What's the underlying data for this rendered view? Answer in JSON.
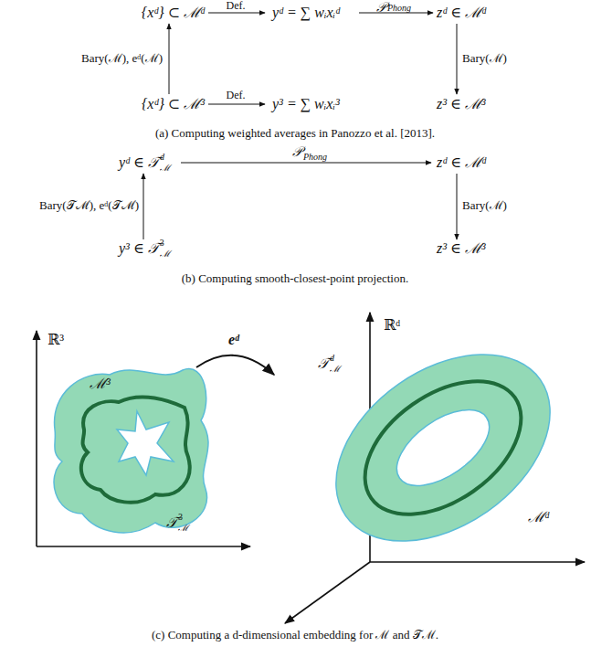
{
  "diagram": {
    "labels": [
      "{xᵈ} ⊂ ℳᵈ",
      "Def.",
      "yᵈ = ∑ wᵢxᵢᵈ",
      "𝒫",
      "Phong",
      "zᵈ ∈ ℳᵈ",
      "Bary(ℳ), eᵈ(ℳ)",
      "Bary(ℳ)",
      "{xᵈ} ⊂ ℳ³",
      "Def.",
      "y³ = ∑ wᵢxᵢ³",
      "z³ ∈ ℳ³",
      "(a) Computing weighted averages in Panozzo et al. [2013].",
      "yᵈ ∈ 𝒯",
      "d",
      "ℳ",
      "𝒫",
      "Phong",
      "zᵈ ∈ ℳᵈ",
      "Bary(𝒯ℳ), eᵈ(𝒯ℳ)",
      "Bary(ℳ)",
      "y³ ∈ 𝒯",
      "3",
      "ℳ",
      "z³ ∈ ℳ³",
      "(b) Computing smooth-closest-point projection.",
      "ℝ³",
      "ℳ³",
      "𝒯",
      "3",
      "ℳ",
      "eᵈ",
      "ℝᵈ",
      "𝒯",
      "d",
      "ℳ",
      "ℳᵈ",
      "(c) Computing a d-dimensional embedding for ℳ and 𝒯ℳ."
    ]
  }
}
